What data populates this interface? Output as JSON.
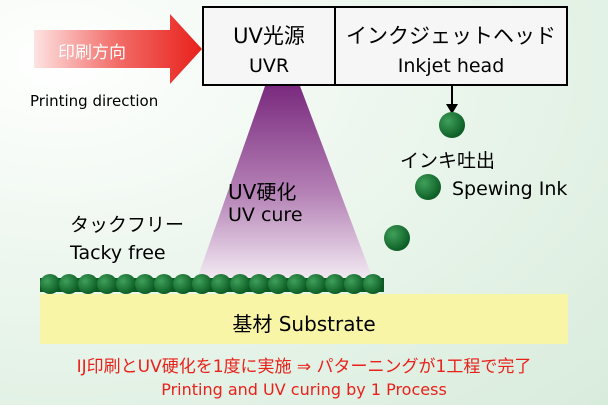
{
  "direction": {
    "label_jp": "印刷方向",
    "label_en": "Printing direction"
  },
  "uv_source": {
    "label_jp": "UV光源",
    "label_en": "UVR"
  },
  "inkjet_head": {
    "label_jp": "インクジェットヘッド",
    "label_en": "Inkjet head"
  },
  "ink_eject": {
    "label_jp": "インキ吐出",
    "label_en": "Spewing Ink"
  },
  "uv_cure": {
    "label_jp": "UV硬化",
    "label_en": "UV cure"
  },
  "tacky": {
    "label_jp": "タックフリー",
    "label_en": "Tacky free"
  },
  "substrate": {
    "label": "基材 Substrate"
  },
  "caption": {
    "jp": "IJ印刷とUV硬化を1度に実施 ⇒ パターニングが1工程で完了",
    "en": "Printing and UV curing by 1 Process"
  },
  "colors": {
    "arrow": "#e8211b",
    "ink_drop": "#0f6b2a",
    "substrate": "#f8f6a6",
    "beam": "#8a3a8c",
    "caption": "#e8211b"
  }
}
